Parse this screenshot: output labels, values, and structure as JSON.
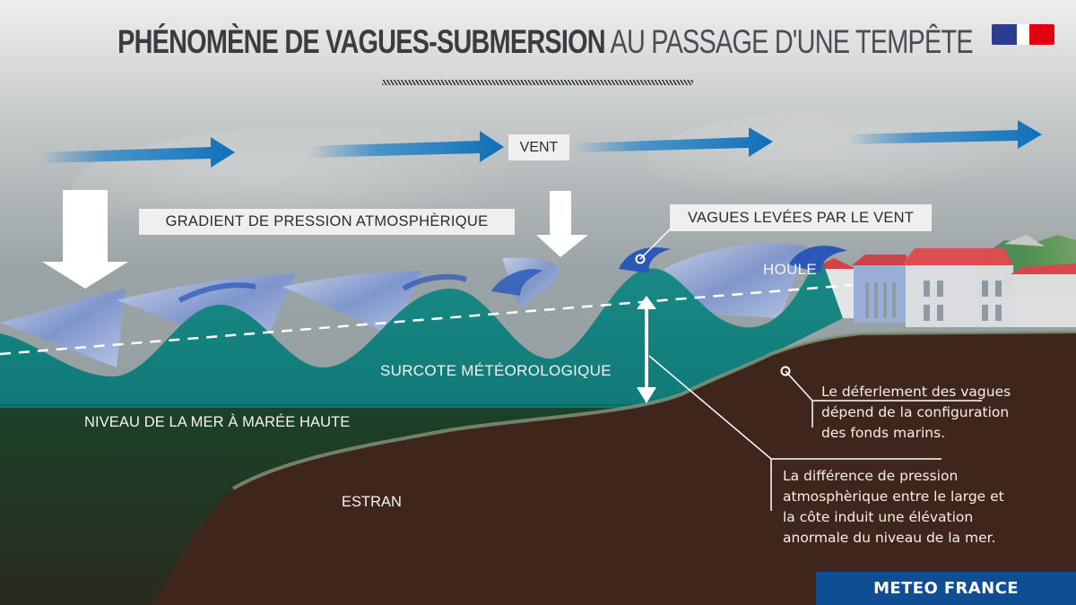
{
  "header": {
    "title_bold": "PHÉNOMÈNE DE VAGUES-SUBMERSION",
    "title_light": "AU PASSAGE D'UNE TEMPÊTE",
    "logo": "republique-francaise-logo"
  },
  "labels": {
    "vent": "VENT",
    "gradient": "GRADIENT DE PRESSION ATMOSPHÈRIQUE",
    "vagues": "VAGUES LEVÉES PAR LE VENT",
    "houle": "HOULE",
    "surcote": "SURCOTE MÉTÉOROLOGIQUE",
    "niveau": "NIVEAU DE LA MER À MARÉE HAUTE",
    "estran": "ESTRAN"
  },
  "notes": {
    "deferlement": [
      "Le déferlement des vagues",
      "dépend de la configuration",
      "des fonds marins."
    ],
    "pression": [
      "La différence de pression",
      "atmosphèrique entre le large et",
      "la côte induit une élévation",
      "anormale du niveau de la mer."
    ]
  },
  "footer": {
    "brand": "METEO FRANCE"
  },
  "icons": {
    "wind_arrows": "right-arrow-icon x4",
    "pressure_arrows": "down-arrow-icon x2",
    "surge_arrow": "double-vertical-arrow-icon"
  },
  "colors": {
    "wind_arrow": "#1a78c2",
    "sea_surface": "#118080",
    "deep_sea": "#1b3b27",
    "seabed": "#3f261d",
    "brand_bg": "#0f4d95",
    "roof": "#e0434b"
  }
}
